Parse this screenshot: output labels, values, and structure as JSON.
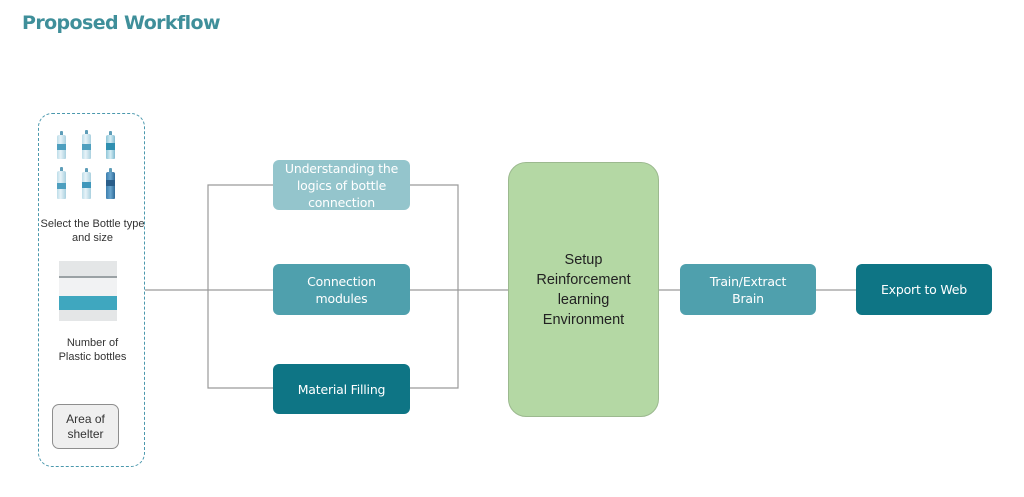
{
  "page": {
    "title": "Proposed Workflow"
  },
  "input_panel": {
    "bottle_caption": "Select the Bottle type and size",
    "count_caption": "Number of Plastic bottles",
    "shelter_label": "Area of shelter"
  },
  "middle_boxes": {
    "logic": "Understanding the logics of bottle connection",
    "connection": "Connection modules",
    "filling": "Material Filling"
  },
  "environment": {
    "label": "Setup Reinforcement learning Environment"
  },
  "train": {
    "label": "Train/Extract Brain"
  },
  "export": {
    "label": "Export to Web"
  },
  "colors": {
    "title": "#3f8f9a",
    "box_light": "#94c5cc",
    "box_mid": "#4fa0ad",
    "box_dark": "#0e7585",
    "env_green": "#b4d8a4",
    "panel_border": "#4a98ad",
    "connector": "#9a9a9a"
  }
}
